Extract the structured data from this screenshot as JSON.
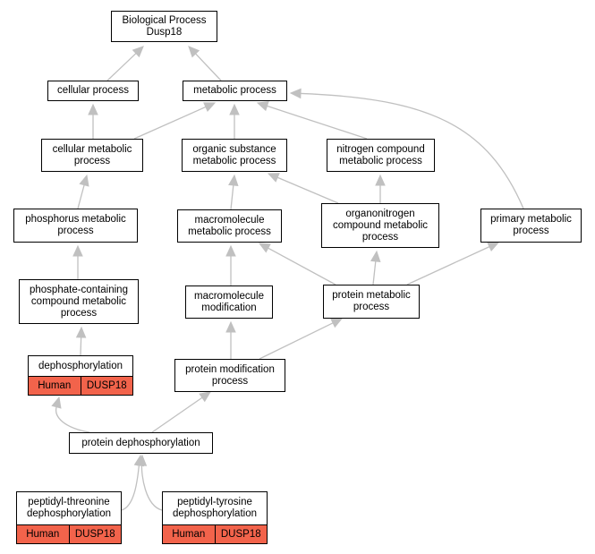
{
  "title": "Biological Process\nDusp18",
  "colors": {
    "edge": "#c0c0c0",
    "annotation": "#f2634b",
    "border": "#000000"
  },
  "nodes": {
    "root": {
      "label": "Biological Process\nDusp18"
    },
    "cellular_process": {
      "label": "cellular process"
    },
    "metabolic_process": {
      "label": "metabolic process"
    },
    "cellular_metabolic_process": {
      "label": "cellular metabolic\nprocess"
    },
    "organic_substance_metabolic_process": {
      "label": "organic substance\nmetabolic process"
    },
    "nitrogen_compound_metabolic_process": {
      "label": "nitrogen compound\nmetabolic process"
    },
    "phosphorus_metabolic_process": {
      "label": "phosphorus metabolic\nprocess"
    },
    "macromolecule_metabolic_process": {
      "label": "macromolecule\nmetabolic process"
    },
    "organonitrogen_compound_metabolic_process": {
      "label": "organonitrogen\ncompound metabolic\nprocess"
    },
    "primary_metabolic_process": {
      "label": "primary metabolic\nprocess"
    },
    "phosphate_containing_compound_metabolic_process": {
      "label": "phosphate-containing\ncompound metabolic\nprocess"
    },
    "macromolecule_modification": {
      "label": "macromolecule\nmodification"
    },
    "protein_metabolic_process": {
      "label": "protein metabolic\nprocess"
    },
    "dephosphorylation": {
      "label": "dephosphorylation",
      "species": "Human",
      "gene": "DUSP18"
    },
    "protein_modification_process": {
      "label": "protein modification\nprocess"
    },
    "protein_dephosphorylation": {
      "label": "protein dephosphorylation"
    },
    "peptidyl_threonine_dephosphorylation": {
      "label": "peptidyl-threonine\ndephosphorylation",
      "species": "Human",
      "gene": "DUSP18"
    },
    "peptidyl_tyrosine_dephosphorylation": {
      "label": "peptidyl-tyrosine\ndephosphorylation",
      "species": "Human",
      "gene": "DUSP18"
    }
  },
  "edges": [
    [
      "cellular_process",
      "root"
    ],
    [
      "metabolic_process",
      "root"
    ],
    [
      "cellular_metabolic_process",
      "cellular_process"
    ],
    [
      "cellular_metabolic_process",
      "metabolic_process"
    ],
    [
      "organic_substance_metabolic_process",
      "metabolic_process"
    ],
    [
      "nitrogen_compound_metabolic_process",
      "metabolic_process"
    ],
    [
      "primary_metabolic_process",
      "metabolic_process"
    ],
    [
      "phosphorus_metabolic_process",
      "cellular_metabolic_process"
    ],
    [
      "macromolecule_metabolic_process",
      "organic_substance_metabolic_process"
    ],
    [
      "organonitrogen_compound_metabolic_process",
      "organic_substance_metabolic_process"
    ],
    [
      "organonitrogen_compound_metabolic_process",
      "nitrogen_compound_metabolic_process"
    ],
    [
      "phosphate_containing_compound_metabolic_process",
      "phosphorus_metabolic_process"
    ],
    [
      "macromolecule_modification",
      "macromolecule_metabolic_process"
    ],
    [
      "protein_metabolic_process",
      "macromolecule_metabolic_process"
    ],
    [
      "protein_metabolic_process",
      "organonitrogen_compound_metabolic_process"
    ],
    [
      "protein_metabolic_process",
      "primary_metabolic_process"
    ],
    [
      "dephosphorylation",
      "phosphate_containing_compound_metabolic_process"
    ],
    [
      "protein_modification_process",
      "macromolecule_modification"
    ],
    [
      "protein_modification_process",
      "protein_metabolic_process"
    ],
    [
      "protein_dephosphorylation",
      "dephosphorylation"
    ],
    [
      "protein_dephosphorylation",
      "protein_modification_process"
    ],
    [
      "peptidyl_threonine_dephosphorylation",
      "protein_dephosphorylation"
    ],
    [
      "peptidyl_tyrosine_dephosphorylation",
      "protein_dephosphorylation"
    ]
  ]
}
